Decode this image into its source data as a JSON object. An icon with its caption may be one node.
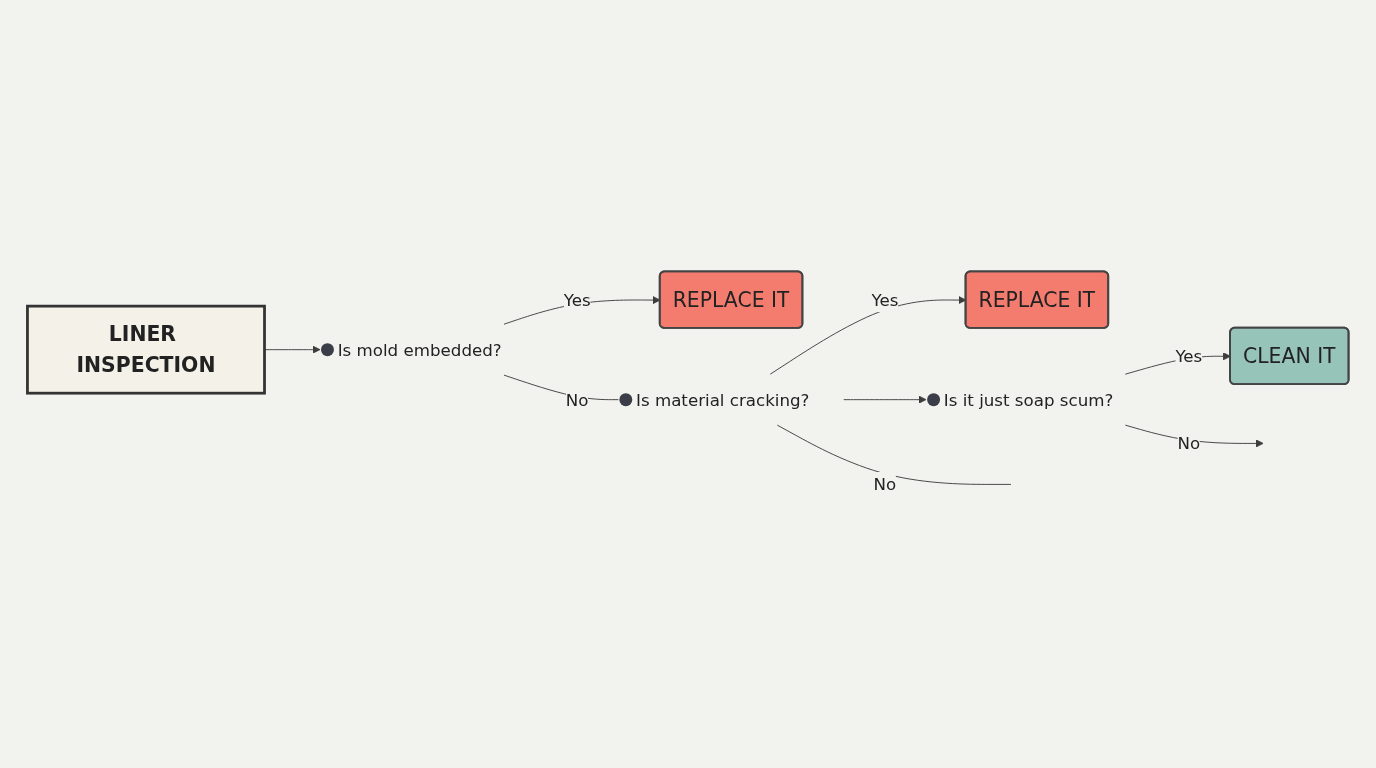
{
  "diagram": {
    "nodes": [
      {
        "text": [
          "LINER INSPECTION"
        ]
      },
      {
        "text": [
          "Is mold embedded?"
        ]
      },
      {
        "text": [
          "REPLACE IT"
        ]
      },
      {
        "text": [
          "Is material cracking?"
        ]
      },
      {
        "text": [
          "REPLACE IT"
        ]
      },
      {
        "text": [
          "Is it just soap scum?"
        ]
      },
      {
        "text": [
          "CLEAN IT"
        ]
      }
    ],
    "edges": [
      {
        "from": 0,
        "to": 1,
        "arrow": "to"
      },
      {
        "from": 1,
        "to": 2,
        "label": "Yes",
        "arrow": "to"
      },
      {
        "from": 1,
        "to": 3,
        "label": "No",
        "arrow": "none"
      },
      {
        "from": 3,
        "to": 4,
        "label": "Yes",
        "arrow": "to"
      },
      {
        "from": 3,
        "to": null,
        "label": "No",
        "arrow": "none"
      },
      {
        "from": 3,
        "to": 5,
        "arrow": "to"
      },
      {
        "from": 5,
        "to": 6,
        "label": "Yes",
        "arrow": "to"
      },
      {
        "from": 5,
        "to": null,
        "label": "No",
        "arrow": "to"
      }
    ]
  }
}
